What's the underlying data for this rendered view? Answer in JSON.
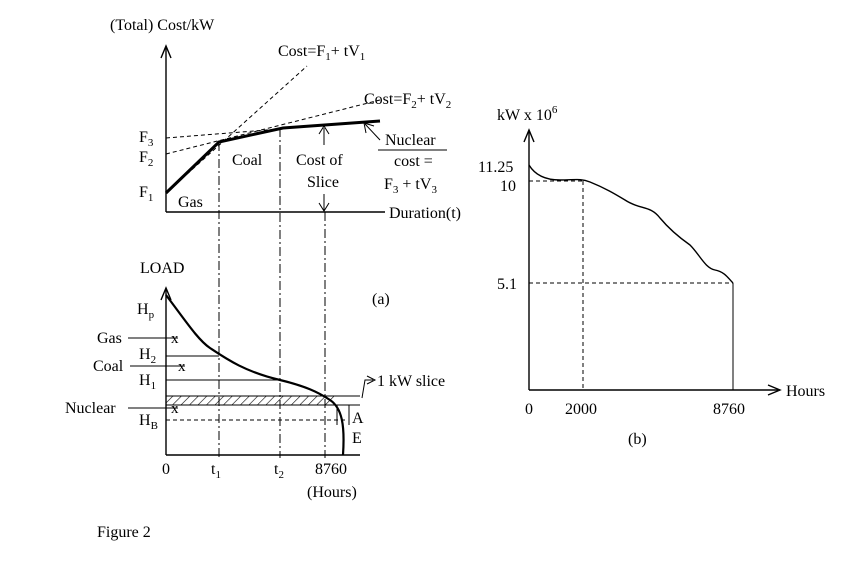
{
  "figure_caption": "Figure 2",
  "panel_a": {
    "label": "(a)",
    "cost_plot": {
      "y_axis_label": "(Total) Cost/kW",
      "x_axis_label": "Duration(t)",
      "intercepts": {
        "f1": "F",
        "f1_sub": "1",
        "f2": "F",
        "f2_sub": "2",
        "f3": "F",
        "f3_sub": "3"
      },
      "line1": {
        "prefix": "Cost=F",
        "s1": "1",
        "mid": "+ tV",
        "s2": "1"
      },
      "line2": {
        "prefix": "Cost=F",
        "s1": "2",
        "mid": "+ tV",
        "s2": "2"
      },
      "nuclear": {
        "line1": "Nuclear",
        "line2": "cost =",
        "line3_prefix": "F",
        "line3_s1": "3",
        "line3_mid": " + tV",
        "line3_s2": "3"
      },
      "regions": {
        "gas": "Gas",
        "coal": "Coal",
        "slice_line1": "Cost of",
        "slice_line2": "Slice"
      }
    },
    "load_plot": {
      "y_axis_label": "LOAD",
      "levels": {
        "hp": "H",
        "hp_sub": "p",
        "h2": "H",
        "h2_sub": "2",
        "h1": "H",
        "h1_sub": "1",
        "hb": "H",
        "hb_sub": "B"
      },
      "fuel_labels": {
        "gas": "Gas",
        "coal": "Coal",
        "nuclear": "Nuclear"
      },
      "slice_label": "1 kW slice",
      "x_ticks": {
        "zero": "0",
        "t1": "t",
        "t1_sub": "1",
        "t2": "t",
        "t2_sub": "2",
        "end": "8760"
      },
      "x_unit": "(Hours)",
      "annotations": {
        "a": "A",
        "e": "E"
      }
    }
  },
  "panel_b": {
    "label": "(b)",
    "y_axis_label_prefix": "kW x 10",
    "y_axis_label_exp": "6",
    "x_axis_label": "Hours",
    "y_ticks": [
      "11.25",
      "10",
      "5.1"
    ],
    "x_ticks": [
      "0",
      "2000",
      "8760"
    ]
  }
}
